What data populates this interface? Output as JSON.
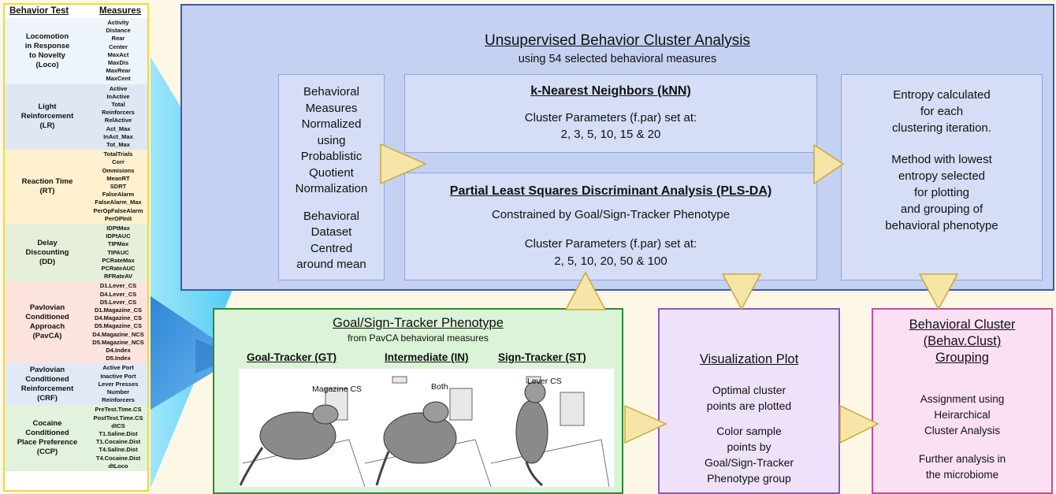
{
  "left_panel": {
    "header_test": "Behavior Test",
    "header_measures": "Measures",
    "tests": [
      {
        "name": "Locomotion\nin Response\nto Novelty\n(Loco)",
        "color": "#eef4fb",
        "measures": [
          "Activity",
          "Distance",
          "Rear",
          "Center",
          "MaxAct",
          "MaxDis",
          "MaxRear",
          "MaxCent"
        ]
      },
      {
        "name": "Light\nReinforcement\n(LR)",
        "color": "#dfe7f5",
        "measures": [
          "Active",
          "InActive",
          "Total",
          "Reinforcers",
          "RelActive",
          "Act_Max",
          "InAct_Max",
          "Tot_Max"
        ]
      },
      {
        "name": "Reaction Time\n(RT)",
        "color": "#fff1cf",
        "measures": [
          "TotalTrials",
          "Corr",
          "Ommisions",
          "MeanRT",
          "SDRT",
          "FalseAlarm",
          "FalseAlarm_Max",
          "PerOpFalseAlarm",
          "PerOPInit"
        ]
      },
      {
        "name": "Delay\nDiscounting\n(DD)",
        "color": "#e6f0d9",
        "measures": [
          "IDPtMax",
          "IDPtAUC",
          "TIPMax",
          "TIPAUC",
          "PCRateMax",
          "PCRateAUC",
          "RFRateAV"
        ]
      },
      {
        "name": "Pavlovian\nConditioned\nApproach\n(PavCA)",
        "color": "#fce3dc",
        "measures": [
          "D1.Lever_CS",
          "D4.Lever_CS",
          "D5.Lever_CS",
          "D1.Magazine_CS",
          "D4.Magazine_CS",
          "D5.Magazine_CS",
          "D4.Magazine_NCS",
          "D5.Magazine_NCS",
          "D4.Index",
          "D5.Index"
        ]
      },
      {
        "name": "Pavlovian\nConditioned\nReinforcement\n(CRF)",
        "color": "#e2e9f6",
        "measures": [
          "Active Port",
          "Inactive Port",
          "Lever Presses",
          "Number",
          "Reinforcers"
        ]
      },
      {
        "name": "Cocaine\nConditioned\nPlace Preference\n(CCP)",
        "color": "#e2f2dc",
        "measures": [
          "PreTest.Time.CS",
          "PostTest.Time.CS",
          "dtCS",
          "T1.Saline.Dist",
          "T1.Cocaine.Dist",
          "T4.Saline.Dist",
          "T4.Cocaine.Dist",
          "dtLoco"
        ]
      }
    ]
  },
  "main": {
    "title": "Unsupervised Behavior Cluster Analysis",
    "subtitle": "using 54 selected behavioral measures",
    "normalization_lines": [
      "Behavioral",
      "Measures",
      "Normalized",
      "using",
      "Probablistic",
      "Quotient",
      "Normalization"
    ],
    "centering_lines": [
      "Behavioral",
      "Dataset",
      "Centred",
      "around mean"
    ],
    "knn_title": "k-Nearest Neighbors (kNN)",
    "knn_line1": "Cluster Parameters (f.par) set at:",
    "knn_line2": "2, 3, 5, 10, 15 & 20",
    "pls_title": "Partial Least Squares Discriminant Analysis (PLS-DA)",
    "pls_line1": "Constrained by Goal/Sign-Tracker Phenotype",
    "pls_line2": "Cluster Parameters (f.par) set at:",
    "pls_line3": "2, 5, 10, 20, 50 & 100",
    "entropy_lines": [
      "Entropy calculated",
      "for each",
      "clustering iteration."
    ],
    "entropy_lines2": [
      "Method with lowest",
      "entropy selected",
      "for plotting",
      "and grouping of",
      "behavioral phenotype"
    ]
  },
  "phenotype": {
    "title": "Goal/Sign-Tracker Phenotype",
    "subtitle": "from PavCA behavioral measures",
    "gt_label": "Goal-Tracker (GT)",
    "in_label": "Intermediate (IN)",
    "st_label": "Sign-Tracker (ST)",
    "gt_cue": "Magazine CS",
    "in_cue": "Both",
    "st_cue": "Lever CS"
  },
  "visualization": {
    "title": "Visualization Plot",
    "lines1": [
      "Optimal cluster",
      "points are plotted"
    ],
    "lines2": [
      "Color sample",
      "points by",
      "Goal/Sign-Tracker",
      "Phenotype group"
    ]
  },
  "cluster": {
    "title_lines": [
      "Behavioral Cluster",
      "(Behav.Clust)",
      "Grouping"
    ],
    "lines1": [
      "Assignment using",
      "Heirarchical",
      "Cluster Analysis"
    ],
    "lines2": [
      "Further analysis in",
      "the microbiome"
    ]
  },
  "colors": {
    "main_fill": "#c5d1f1",
    "phenotype_fill": "#dbf3d6",
    "visualization_fill": "#ede2fa",
    "cluster_fill": "#fbe0f3",
    "arrow_fill": "#f5e6a8"
  }
}
